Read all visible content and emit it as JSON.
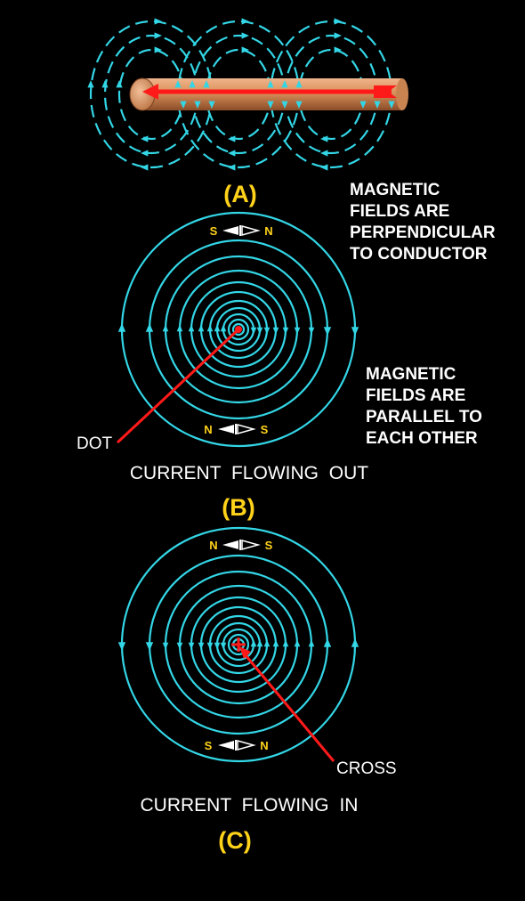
{
  "colors": {
    "background": "#000000",
    "field": "#33d6e6",
    "conductor": "#d9905a",
    "conductor_dark": "#a8643a",
    "current": "#ff1a1a",
    "label_yellow": "#ffd21a",
    "label_white": "#ffffff",
    "compass_white": "#ffffff"
  },
  "panel_a": {
    "label": "(A)",
    "note": [
      "MAGNETIC",
      "FIELDS ARE",
      "PERPENDICULAR",
      "TO CONDUCTOR"
    ]
  },
  "panel_b": {
    "label": "(B)",
    "caption": "CURRENT FLOWING OUT",
    "pointer_label": "DOT",
    "compass_top": {
      "left": "S",
      "right": "N"
    },
    "compass_bottom": {
      "left": "N",
      "right": "S"
    },
    "note": [
      "MAGNETIC",
      "FIELDS ARE",
      "PARALLEL TO",
      "EACH OTHER"
    ]
  },
  "panel_c": {
    "label": "(C)",
    "caption": "CURRENT FLOWING IN",
    "pointer_label": "CROSS",
    "compass_top": {
      "left": "N",
      "right": "S"
    },
    "compass_bottom": {
      "left": "S",
      "right": "N"
    }
  }
}
